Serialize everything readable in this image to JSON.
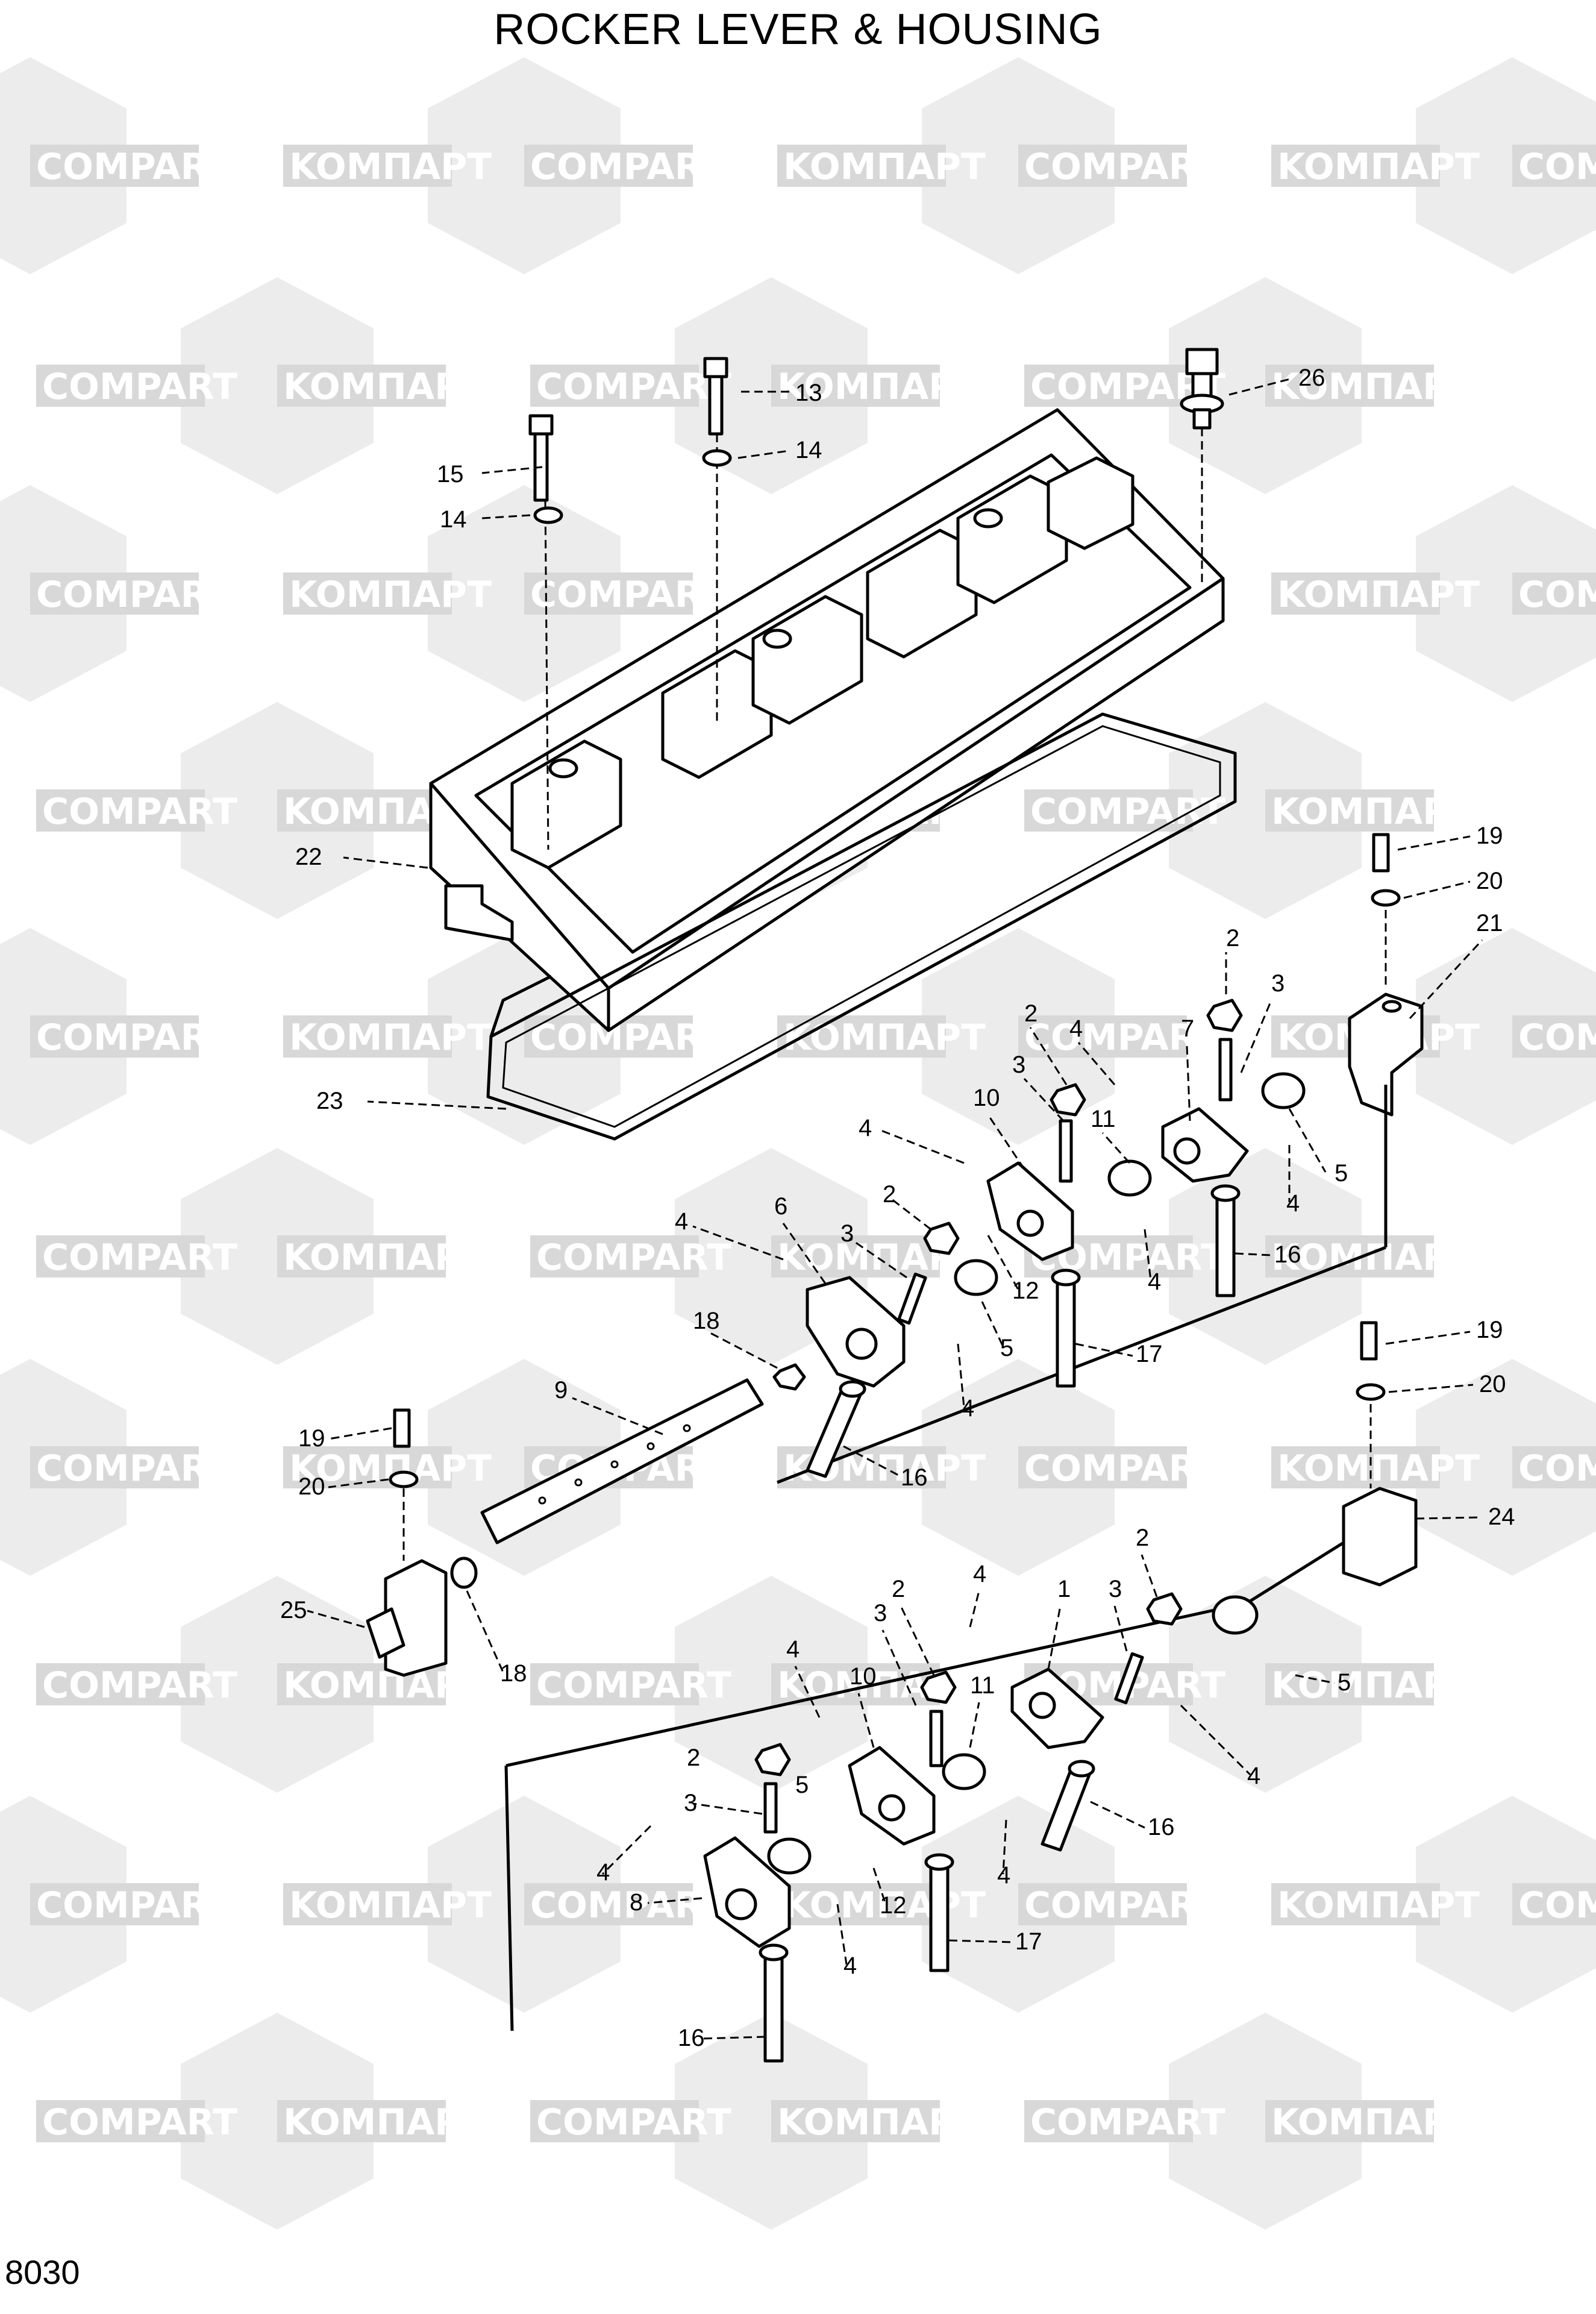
{
  "title": "ROCKER LEVER & HOUSING",
  "page_number": "8030",
  "watermark": {
    "text_a": "KOMПАРТ",
    "text_b": "COMPART"
  },
  "callouts": {
    "c1": "1",
    "c2a": "2",
    "c2b": "2",
    "c2c": "2",
    "c2d": "2",
    "c2e": "2",
    "c3a": "3",
    "c3b": "3",
    "c3c": "3",
    "c3d": "3",
    "c3e": "3",
    "c3f": "3",
    "c4a": "4",
    "c4b": "4",
    "c4c": "4",
    "c4d": "4",
    "c4e": "4",
    "c4f": "4",
    "c4g": "4",
    "c4h": "4",
    "c4i": "4",
    "c4j": "4",
    "c4k": "4",
    "c4l": "4",
    "c5a": "5",
    "c5b": "5",
    "c5c": "5",
    "c5d": "5",
    "c6": "6",
    "c7": "7",
    "c8": "8",
    "c9": "9",
    "c10a": "10",
    "c10b": "10",
    "c11a": "11",
    "c11b": "11",
    "c12a": "12",
    "c12b": "12",
    "c13": "13",
    "c14a": "14",
    "c14b": "14",
    "c15": "15",
    "c16a": "16",
    "c16b": "16",
    "c16c": "16",
    "c16d": "16",
    "c17a": "17",
    "c17b": "17",
    "c18a": "18",
    "c18b": "18",
    "c19a": "19",
    "c19b": "19",
    "c19c": "19",
    "c20a": "20",
    "c20b": "20",
    "c20c": "20",
    "c21": "21",
    "c22": "22",
    "c23": "23",
    "c24": "24",
    "c25": "25",
    "c26": "26"
  }
}
